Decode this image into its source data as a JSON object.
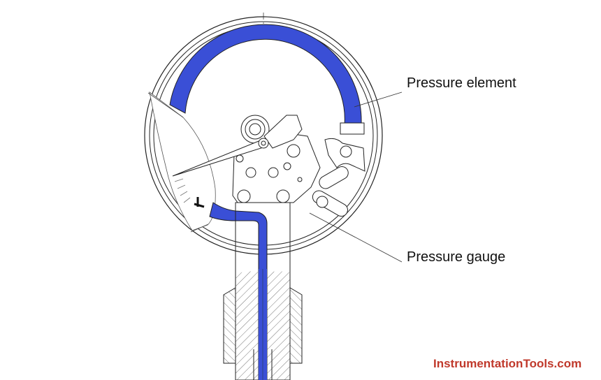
{
  "title": "Pressure gauge diagram",
  "labels": {
    "pressure_element": "Pressure element",
    "pressure_gauge": "Pressure gauge"
  },
  "watermark": "InstrumentationTools.com",
  "colors": {
    "element_blue": "#3a4fd6",
    "watermark_red": "#c0392b",
    "line": "#222222"
  }
}
